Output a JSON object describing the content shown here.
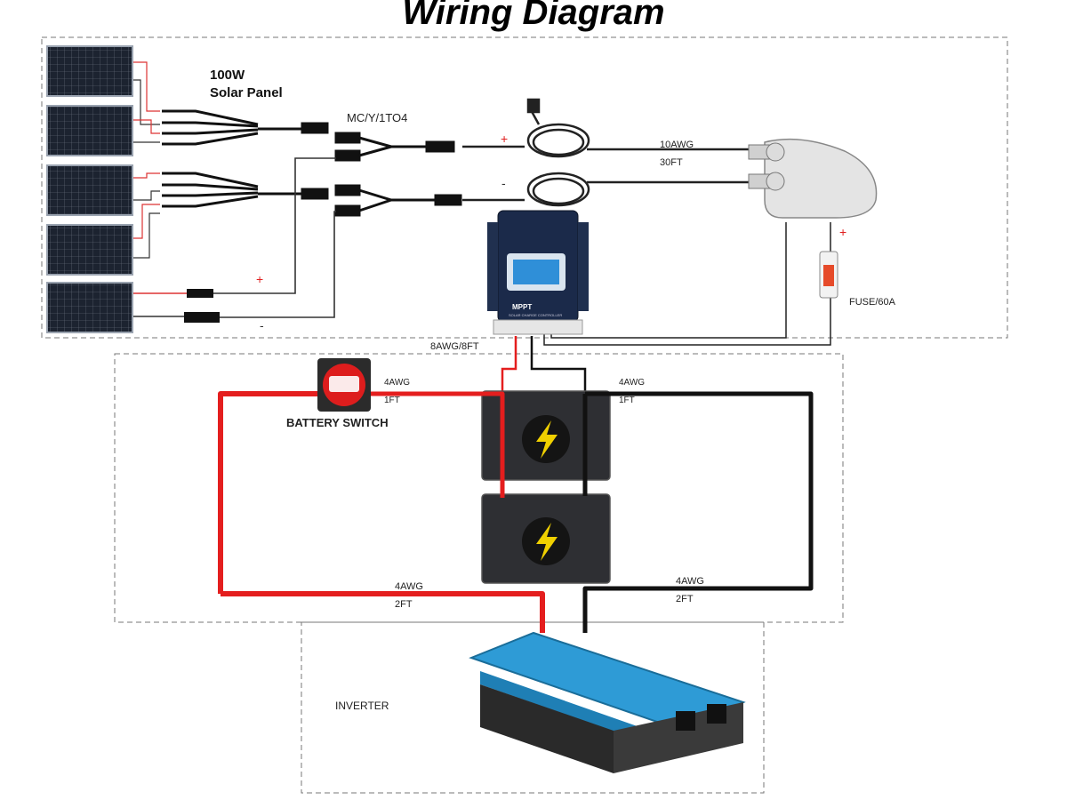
{
  "title": "Wiring Diagram",
  "solar_panel": {
    "line1": "100W",
    "line2": "Solar Panel"
  },
  "connector": "MC/Y/1TO4",
  "cable_10awg": {
    "gauge": "10AWG",
    "length": "30FT"
  },
  "fuse": "FUSE/60A",
  "controller_cable": "8AWG/8FT",
  "battery_switch": "BATTERY SWITCH",
  "switch_cable": {
    "gauge": "4AWG",
    "length": "1FT"
  },
  "battery_link_cable": {
    "gauge": "4AWG",
    "length": "1FT"
  },
  "inverter_pos_cable": {
    "gauge": "4AWG",
    "length": "2FT"
  },
  "inverter_neg_cable": {
    "gauge": "4AWG",
    "length": "2FT"
  },
  "inverter": "INVERTER",
  "controller": {
    "brand": "MPPT",
    "subtitle": "SOLAR CHARGE CONTROLLER"
  },
  "signs": {
    "plus": "+",
    "minus": "-"
  },
  "colors": {
    "positive": "#e41e1e",
    "negative": "#111111",
    "inverter_body": "#2e9bd6",
    "controller_body": "#1b2a4a"
  }
}
